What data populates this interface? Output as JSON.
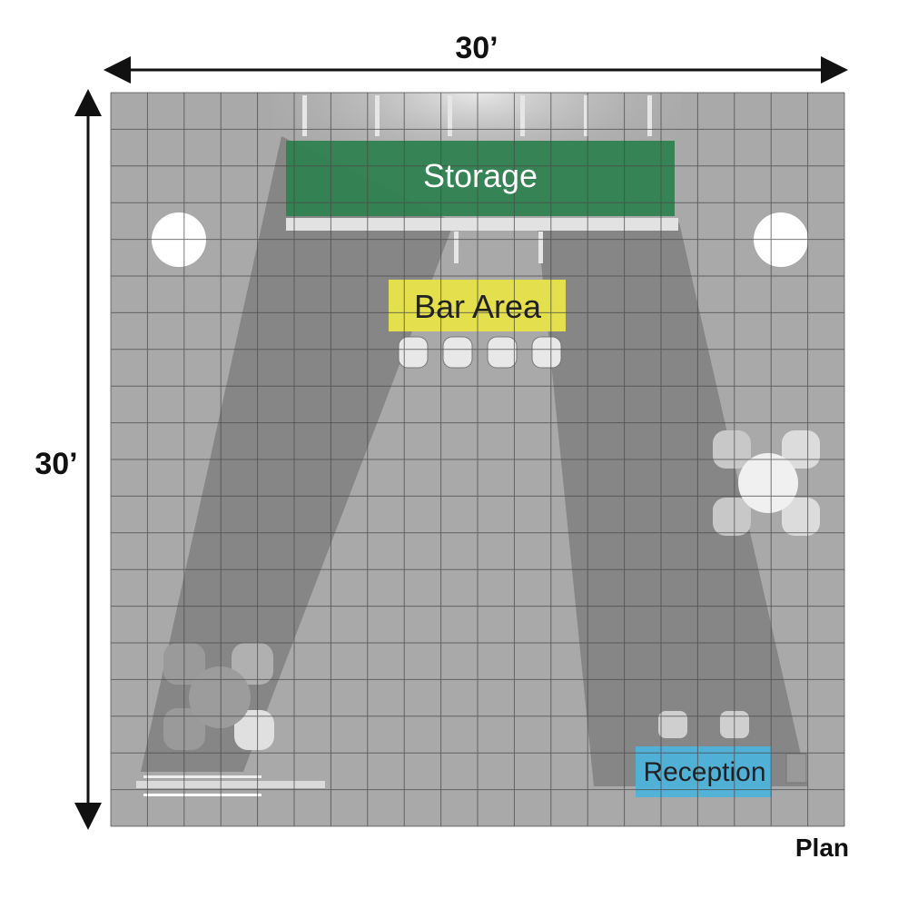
{
  "dimensions": {
    "width_label": "30’",
    "depth_label": "30’"
  },
  "view_label": "Plan",
  "zones": {
    "storage": {
      "label": "Storage",
      "color": "#2f8150"
    },
    "bar_area": {
      "label": "Bar Area",
      "color": "#e4df4c"
    },
    "reception": {
      "label": "Reception",
      "color": "#4db2da"
    }
  },
  "grid": {
    "cells_per_side": 20
  },
  "colors": {
    "floor": "#a9a9a9",
    "grid_line": "#4a4a4a",
    "beam": "#6e6e6e"
  }
}
